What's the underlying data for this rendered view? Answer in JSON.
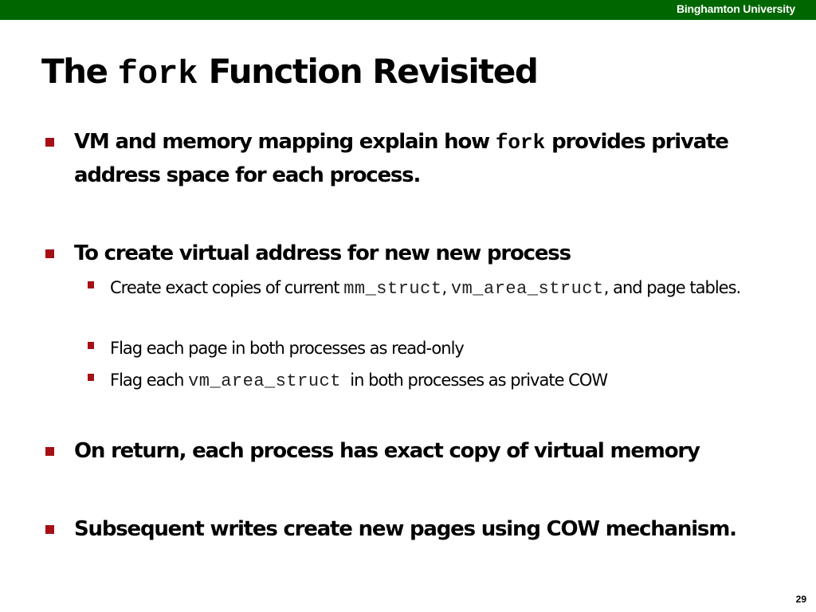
{
  "header": {
    "institution": "Binghamton University",
    "bar_color": "#006600"
  },
  "slide": {
    "title_pre": "The ",
    "title_code": "fork",
    "title_post": " Function Revisited",
    "bullet_color": "#A50F15",
    "page_number": "29"
  },
  "bullets": [
    {
      "pre": "VM and memory mapping explain how ",
      "code": "fork",
      "post": " provides private address space for each process."
    },
    {
      "text": "To create virtual address for new new process",
      "sub": [
        {
          "pre": "Create exact copies of current ",
          "code1": "mm_struct",
          "mid": ", ",
          "code2": "vm_area_struct",
          "post": ", and page tables."
        },
        {
          "text": "Flag each page in both processes as read-only"
        },
        {
          "pre": "Flag each ",
          "code": "vm_area_struct",
          "post": "  in both processes as private COW"
        }
      ]
    },
    {
      "text": "On return, each process has exact copy of virtual memory"
    },
    {
      "text": "Subsequent writes create new pages using COW mechanism."
    }
  ]
}
